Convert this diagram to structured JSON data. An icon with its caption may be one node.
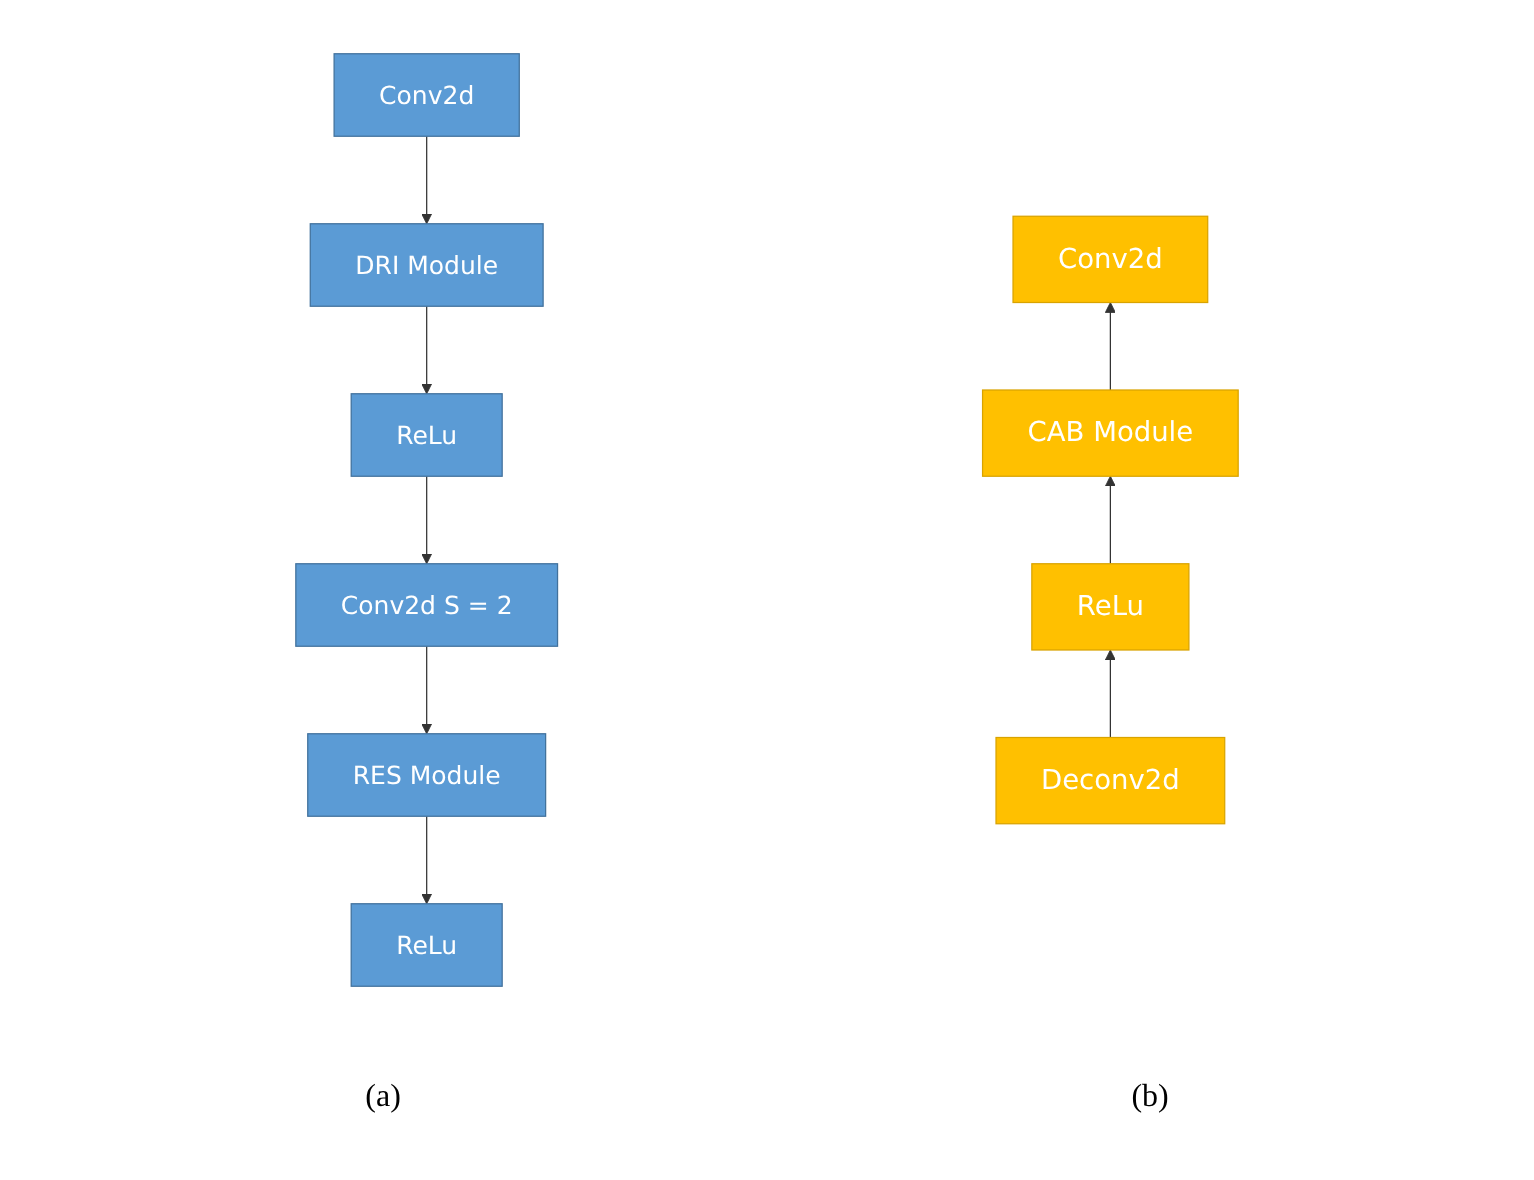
{
  "diagram": {
    "nodes": [
      {
        "text": [
          "Conv2d"
        ]
      },
      {
        "text": [
          "DRI Module"
        ]
      },
      {
        "text": [
          "ReLu"
        ]
      },
      {
        "text": [
          "Conv2d  S = 2"
        ]
      },
      {
        "text": [
          "RES Module"
        ]
      },
      {
        "text": [
          "ReLu"
        ]
      },
      {
        "text": [
          "Conv2d"
        ]
      },
      {
        "text": [
          "CAB Module"
        ]
      },
      {
        "text": [
          "ReLu"
        ]
      },
      {
        "text": [
          "Deconv2d"
        ]
      }
    ],
    "edges": [
      {
        "from": 0,
        "to": 1,
        "arrow": "to"
      },
      {
        "from": 1,
        "to": 2,
        "arrow": "to"
      },
      {
        "from": 2,
        "to": 3,
        "arrow": "to"
      },
      {
        "from": 3,
        "to": 4,
        "arrow": "to"
      },
      {
        "from": 4,
        "to": 5,
        "arrow": "to"
      },
      {
        "from": 9,
        "to": 8,
        "arrow": "to"
      },
      {
        "from": 8,
        "to": 7,
        "arrow": "to"
      },
      {
        "from": 7,
        "to": 6,
        "arrow": "to"
      }
    ],
    "labels": [
      "(a)",
      "(b)"
    ]
  }
}
